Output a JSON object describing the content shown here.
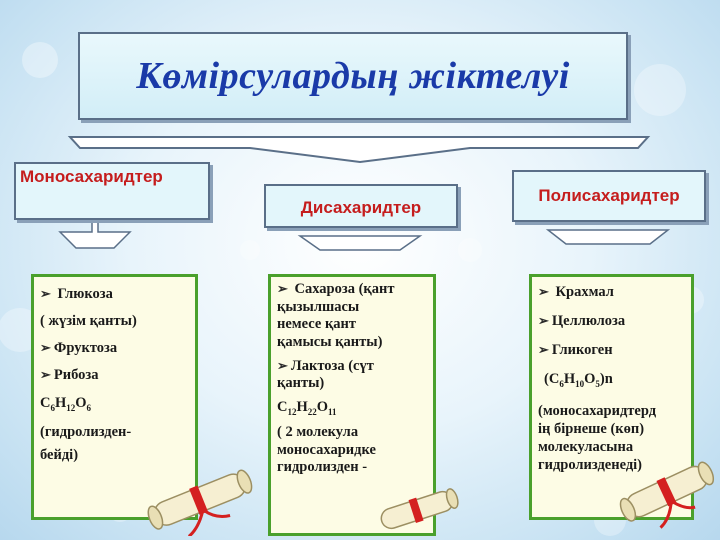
{
  "title": "Көмірсулардың жіктелуі",
  "categories": {
    "mono": "Моносахаридтер",
    "di": "Дисахаридтер",
    "poly": "Полисахаридтер"
  },
  "mono_items": {
    "item1": "Глюкоза",
    "item1_note": "( жүзім қанты)",
    "item2": "Фруктоза",
    "item3": "Рибоза",
    "formula_c": "С",
    "formula_c_sub": "6",
    "formula_h": "Н",
    "formula_h_sub": "12",
    "formula_o": "О",
    "formula_o_sub": "6",
    "note_line1": "(гидролизден-",
    "note_line2": "бейді)"
  },
  "di_items": {
    "item1_line1": "Сахароза (қант",
    "item1_line2": "қызылшасы",
    "item1_line3": "немесе қант",
    "item1_line4": "қамысы қанты)",
    "item2_line1": "Лактоза (сүт",
    "item2_line2": "қанты)",
    "formula_c": "С",
    "formula_c_sub": "12",
    "formula_h": "Н",
    "formula_h_sub": "22",
    "formula_o": "О",
    "formula_o_sub": "11",
    "note_line1": "( 2 молекула",
    "note_line2": "моносахаридке",
    "note_line3": "гидролизден -"
  },
  "poly_items": {
    "item1": "Крахмал",
    "item2": "Целлюлоза",
    "item3": "Гликоген",
    "formula_open": "(С",
    "formula_c_sub": "6",
    "formula_h": "Н",
    "formula_h_sub": "10",
    "formula_o": "О",
    "formula_o_sub": "5",
    "formula_close": ")n",
    "note_line1": "(моносахаридтерд",
    "note_line2": "ің бірнеше (көп)",
    "note_line3": "молекуласына",
    "note_line4": "гидролизденеді)"
  },
  "colors": {
    "title": "#1a3aa8",
    "category_text": "#c51d1d",
    "card_border": "#4aa02c",
    "card_bg": "#fdfce5",
    "box_bg": "#e3f6fb"
  },
  "icons": {
    "bullet": "arrowhead-bullet-icon",
    "scroll": "diploma-scroll-icon"
  }
}
